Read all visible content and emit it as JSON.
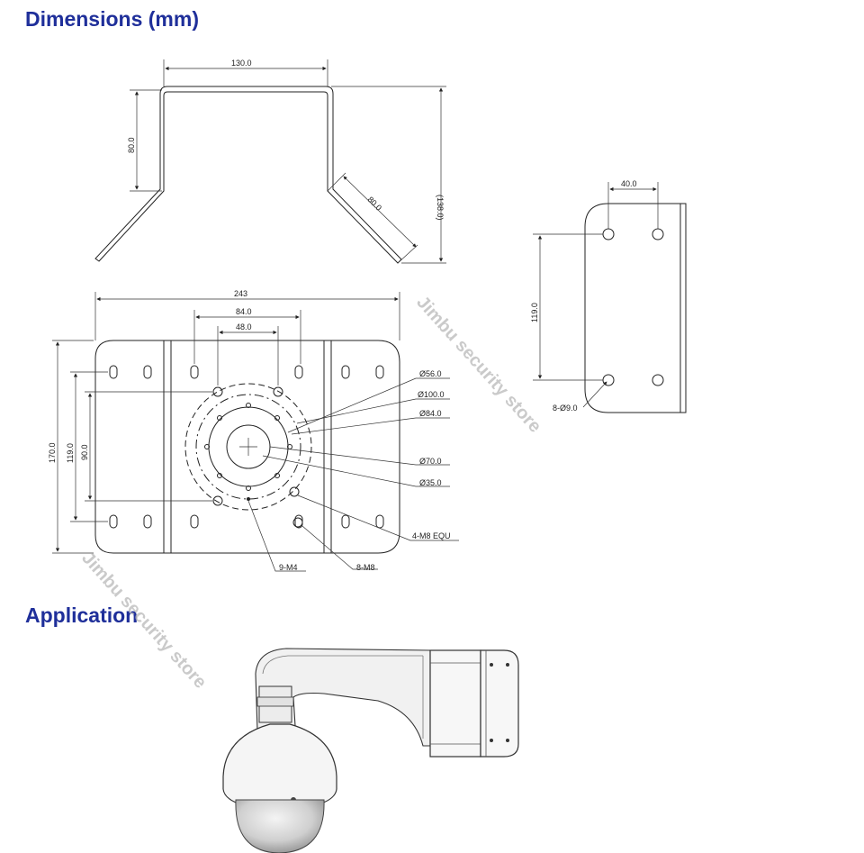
{
  "headings": {
    "dimensions": "Dimensions (mm)",
    "application": "Application"
  },
  "side_view": {
    "width": "130.0",
    "height": "80.0",
    "angled": "80.0",
    "total": "(138.0)"
  },
  "end_view": {
    "spacing": "40.0",
    "height": "119.0",
    "holes": "8-Ø9.0"
  },
  "front_view": {
    "width": "243",
    "inner": "84.0",
    "center": "48.0",
    "height": "170.0",
    "h119": "119.0",
    "h90": "90.0",
    "d56": "Ø56.0",
    "d100": "Ø100.0",
    "d84": "Ø84.0",
    "d70": "Ø70.0",
    "d35": "Ø35.0",
    "m8equ": "4-M8 EQU",
    "m4": "9-M4",
    "m8": "8-M8"
  },
  "watermarks": {
    "a": "Jimbu security store",
    "b": "Jimbu security store"
  },
  "colors": {
    "heading": "#1f2f9a",
    "line": "#222222",
    "watermark": "#b9b9b9"
  }
}
